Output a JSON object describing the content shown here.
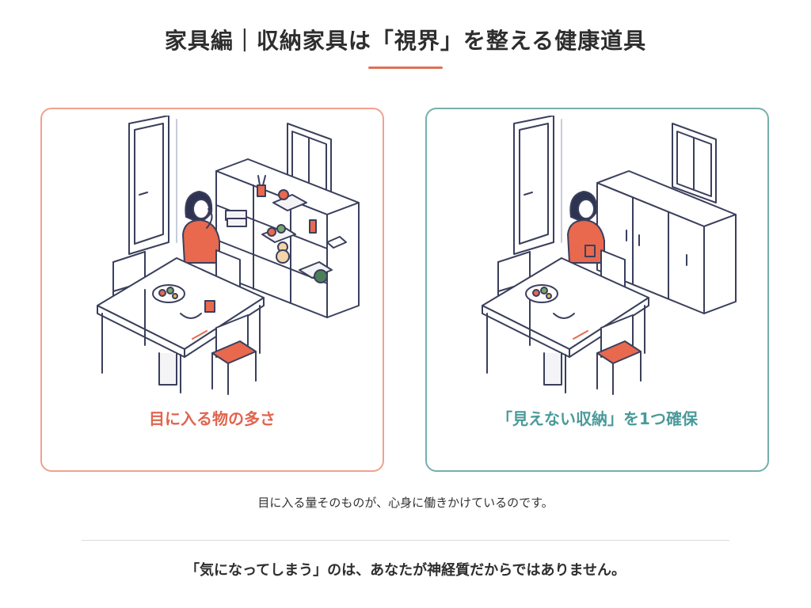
{
  "header": {
    "title": "家具編｜収納家具は「視界」を整える健康道具"
  },
  "panels": {
    "left": {
      "caption": "目に入る物の多さ"
    },
    "right": {
      "caption": "「見えない収納」を1つ確保"
    }
  },
  "body_text": "目に入る量そのものが、心身に働きかけているのです。",
  "footer_text": "「気になってしまう」のは、あなたが神経質だからではありません。",
  "colors": {
    "accent_orange": "#e07057",
    "accent_teal": "#4a9a9a",
    "line": "#3a3f5c",
    "chair_seat": "#e8694e"
  }
}
